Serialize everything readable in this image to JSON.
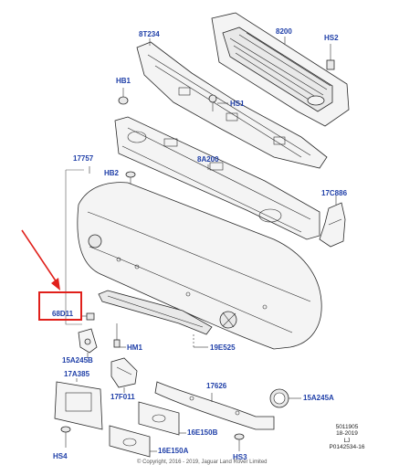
{
  "callouts": {
    "c8T234": "8T234",
    "c8200": "8200",
    "cHS2": "HS2",
    "cHB1": "HB1",
    "cHS1": "HS1",
    "c17757": "17757",
    "c8A200": "8A200",
    "cHB2": "HB2",
    "c17C886": "17C886",
    "c68D11": "68D11",
    "c15A245B": "15A245B",
    "cHM1": "HM1",
    "c19E525": "19E525",
    "c17A385": "17A385",
    "c17F011": "17F011",
    "c17626": "17626",
    "c15A245A": "15A245A",
    "c16E150B": "16E150B",
    "cHS4": "HS4",
    "c16E150A": "16E150A",
    "cHS3": "HS3"
  },
  "reference": {
    "line1": "5011905",
    "line2": "18-2019",
    "line3": "LJ",
    "line4": "P0142534-16"
  },
  "copyright": "© Copyright, 2016 - 2019, Jaguar Land Rover Limited",
  "colors": {
    "callout_blue": "#1f3fa8",
    "highlight_red": "#e0201b",
    "line": "#2a2a2a"
  }
}
